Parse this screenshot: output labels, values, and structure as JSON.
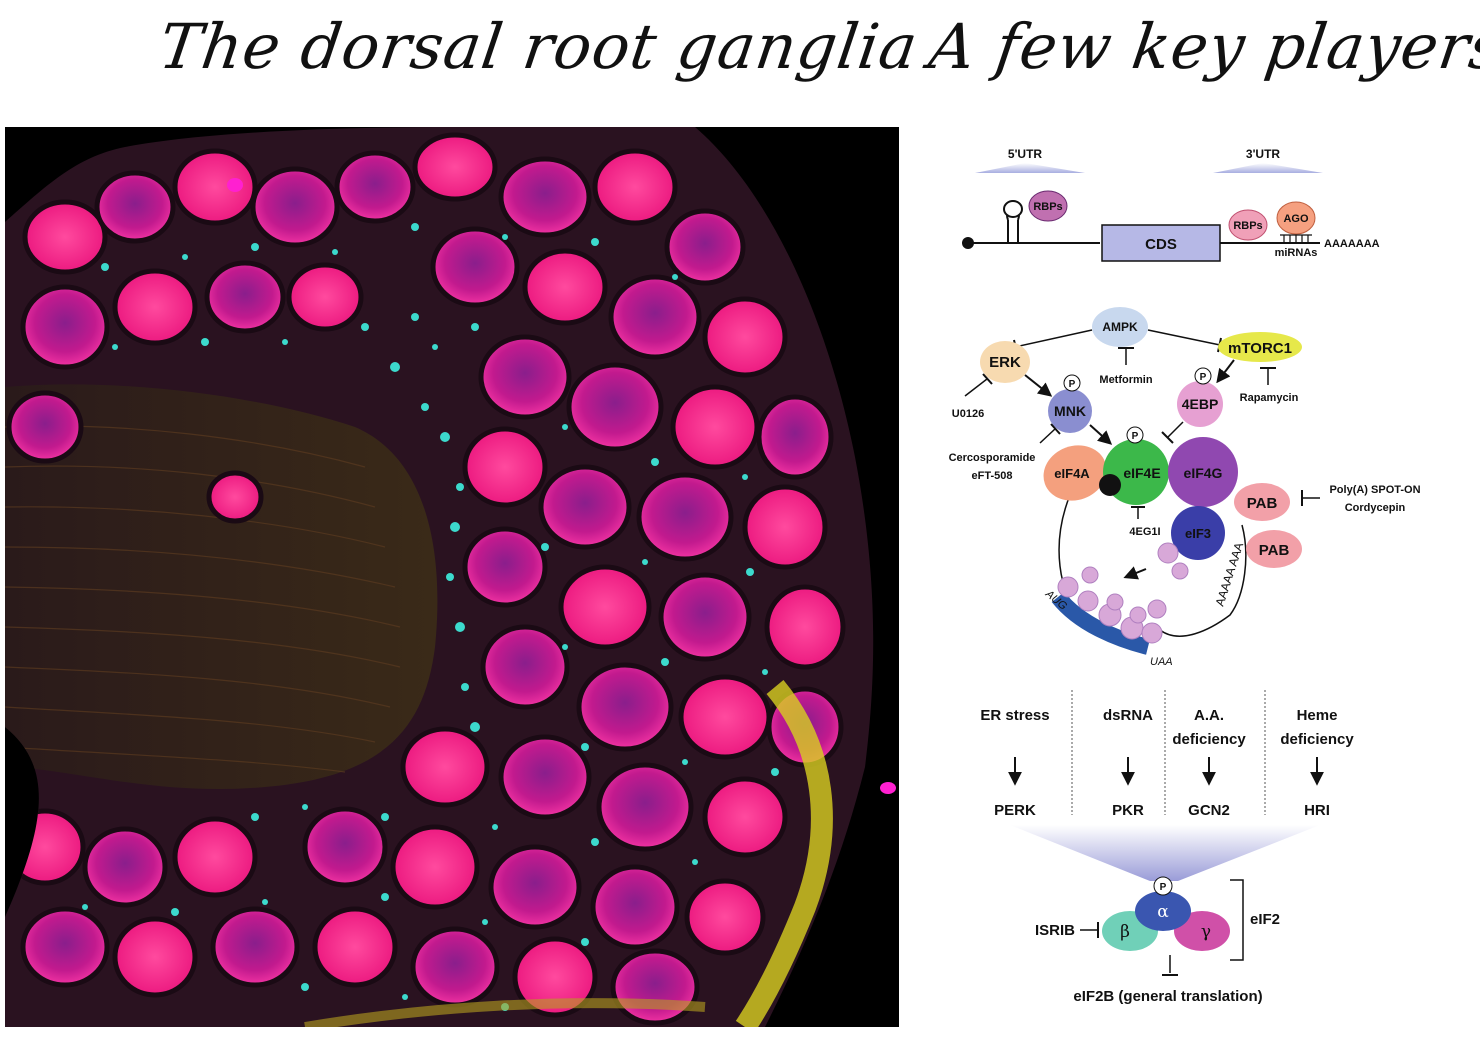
{
  "titles": {
    "left": "The dorsal root ganglia",
    "right": "A few key players"
  },
  "mrna": {
    "utr5": "5'UTR",
    "utr3": "3'UTR",
    "rbp1": "RBPs",
    "rbp2": "RBPs",
    "ago": "AGO",
    "cds": "CDS",
    "mirnas": "miRNAs",
    "polya": "AAAAAAA"
  },
  "pathway": {
    "ampk": "AMPK",
    "erk": "ERK",
    "mtorc1": "mTORC1",
    "metformin": "Metformin",
    "rapamycin": "Rapamycin",
    "u0126": "U0126",
    "mnk": "MNK",
    "ebp4": "4EBP",
    "p": "P",
    "cercosporamide": "Cercosporamide",
    "eft508": "eFT-508",
    "eif4a": "eIF4A",
    "eif4e": "eIF4E",
    "eif4g": "eIF4G",
    "eif3": "eIF3",
    "eg1": "4EG1I",
    "pab": "PAB",
    "polya_spot": "Poly(A) SPOT-ON",
    "cordycepin": "Cordycepin",
    "aug": "AUG",
    "uaa": "UAA",
    "tail": "AAAAA AAA"
  },
  "isr": {
    "stresses": [
      "ER stress",
      "dsRNA",
      "A.A.\ndeficiency",
      "Heme\ndeficiency"
    ],
    "kinases": [
      "PERK",
      "PKR",
      "GCN2",
      "HRI"
    ],
    "alpha": "α",
    "beta": "β",
    "gamma": "γ",
    "eif2": "eIF2",
    "isrib": "ISRIB",
    "eif2b": "eIF2B (general translation)"
  },
  "colors": {
    "magenta": "#ff1fa0",
    "cyan": "#3ef0e0",
    "yellow": "#e8e020",
    "cds_fill": "#b6b8e6"
  }
}
